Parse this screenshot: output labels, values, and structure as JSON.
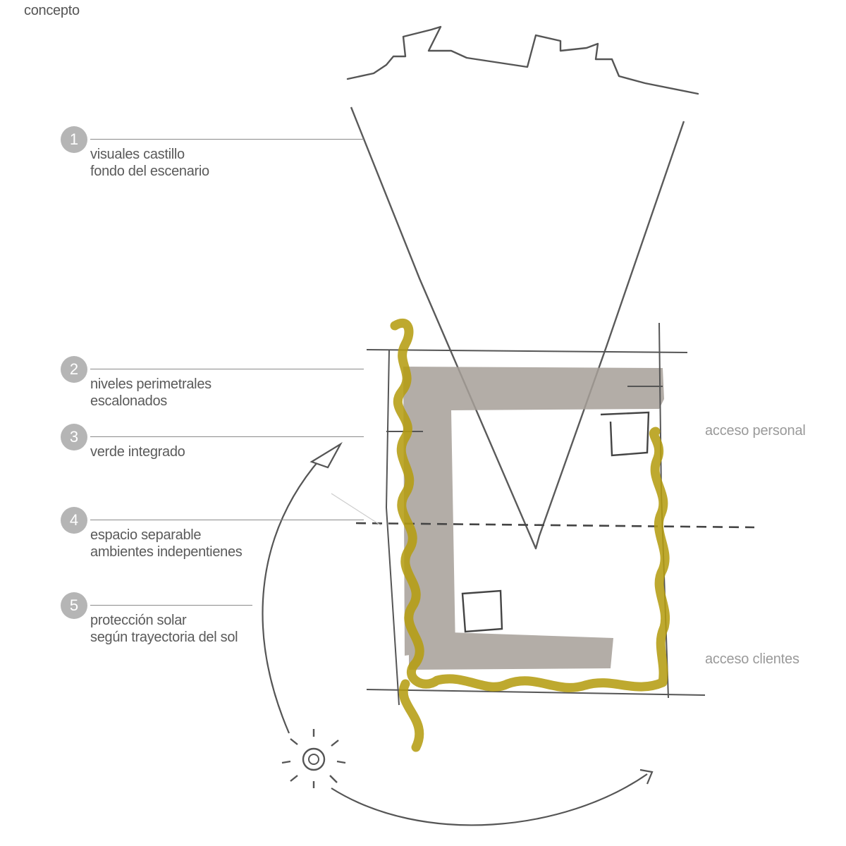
{
  "title": "concepto",
  "legend": [
    {
      "num": "1",
      "line1": "visuales castillo",
      "line2": "fondo del escenario"
    },
    {
      "num": "2",
      "line1": "niveles perimetrales",
      "line2": "escalonados"
    },
    {
      "num": "3",
      "line1": "verde integrado",
      "line2": ""
    },
    {
      "num": "4",
      "line1": "espacio separable",
      "line2": "ambientes indepentienes"
    },
    {
      "num": "5",
      "line1": "protección solar",
      "line2": "según trayectoria del sol"
    }
  ],
  "access": {
    "personal": "acceso personal",
    "clientes": "acceso clientes"
  },
  "colors": {
    "grey_marker": "#a69f98",
    "green_marker": "#b59d12",
    "pencil": "#4a4a4a",
    "badge": "#b5b5b5"
  }
}
